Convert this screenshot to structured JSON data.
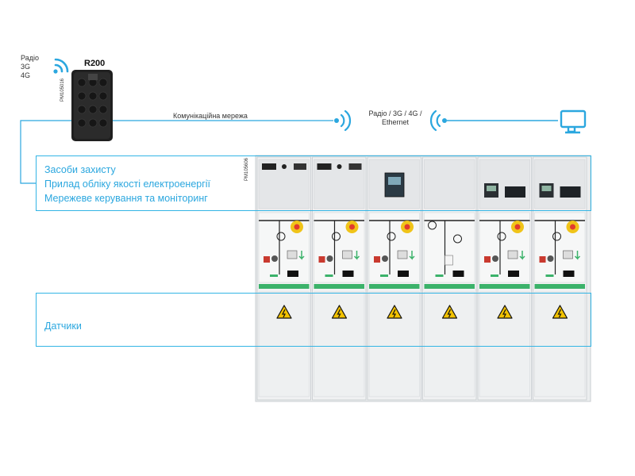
{
  "device": {
    "name": "R200",
    "radio_lines": [
      "Радіо",
      "3G",
      "4G"
    ],
    "part_code": "PM105016"
  },
  "network": {
    "link_label": "Комунікаційна мережа",
    "radio_lines": [
      "Радіо / 3G / 4G /",
      "Ethernet"
    ]
  },
  "switchgear": {
    "part_code": "PM105606",
    "cubicle_count": 6
  },
  "info_box": {
    "lines": [
      "Засоби захисту",
      "Прилад обліку якості електроенергії",
      "Мережеве керування та моніторинг"
    ]
  },
  "sensor_box": {
    "label": "Датчики"
  },
  "colors": {
    "accent": "#2ba7df",
    "device": "#1e1e1e",
    "panel": "#e9ebec",
    "green_band": "#3bb26a"
  },
  "icons": [
    "wifi-icon",
    "wireless-left-icon",
    "wireless-right-icon",
    "monitor-icon",
    "high-voltage-warning-icon"
  ]
}
